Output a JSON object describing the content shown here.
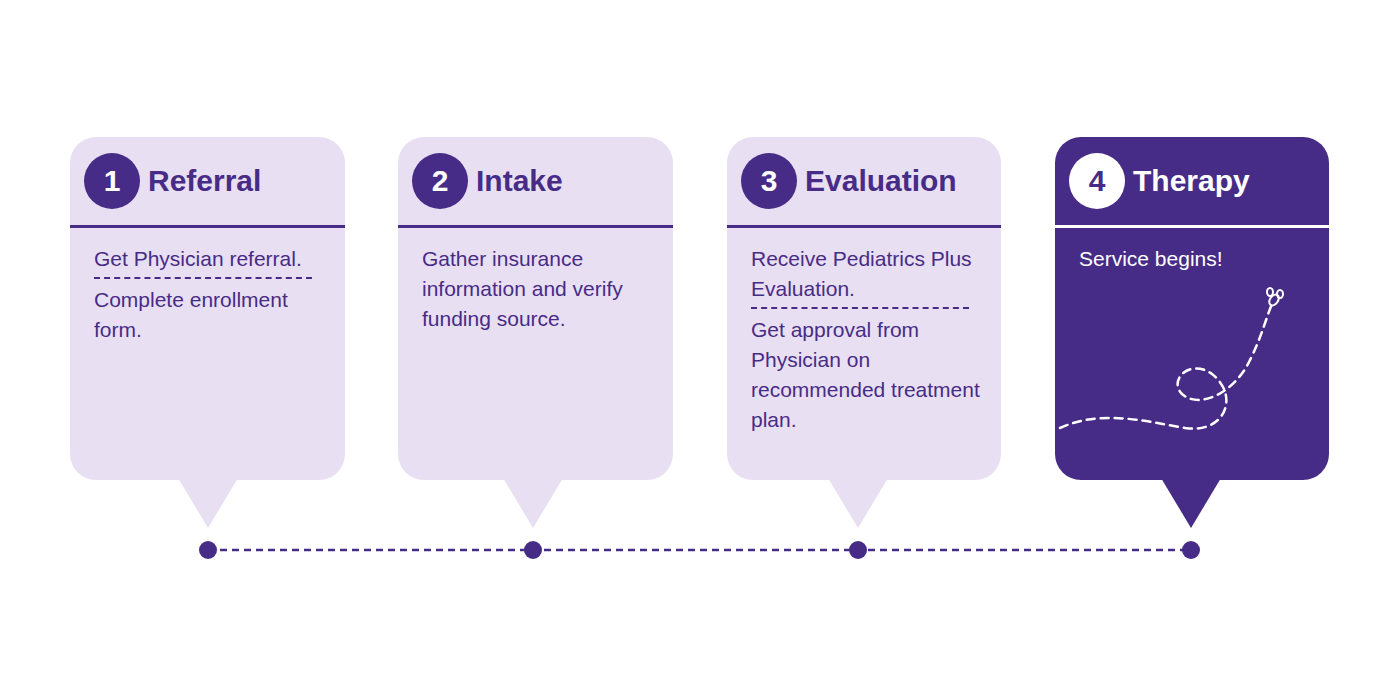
{
  "diagram": {
    "nodes": [
      {
        "text": [
          "1",
          "Referral",
          "Get Physician referral.",
          "Complete enrollment form."
        ]
      },
      {
        "text": [
          "2",
          "Intake",
          "Gather insurance information and verify funding source."
        ]
      },
      {
        "text": [
          "3",
          "Evaluation",
          "Receive Pediatrics Plus Evaluation.",
          "Get approval from Physician on recommended treatment plan."
        ]
      },
      {
        "text": [
          "4",
          "Therapy",
          "Service begins!"
        ]
      }
    ]
  }
}
